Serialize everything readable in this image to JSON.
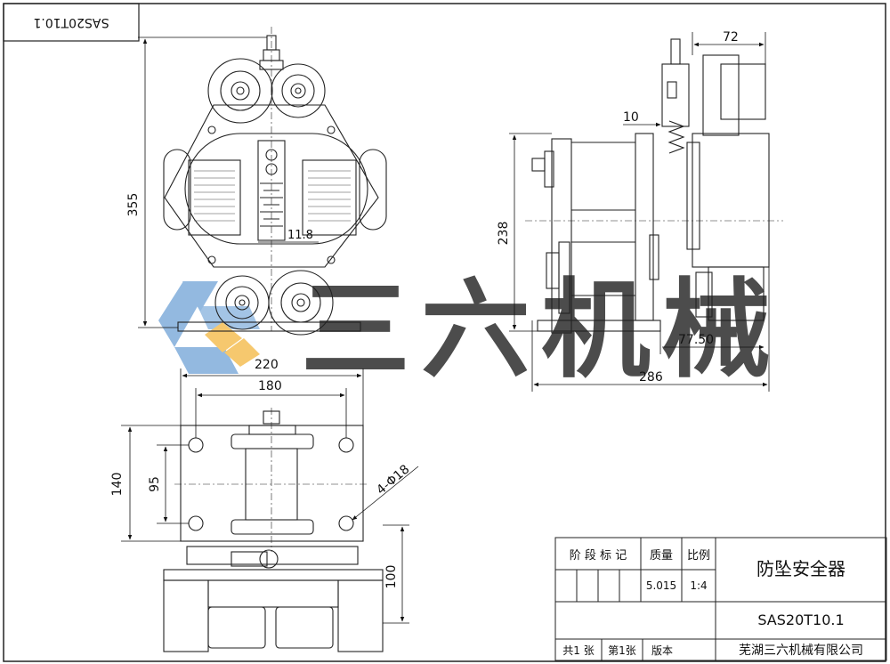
{
  "drawing_no_rotated": "SAS20T10.1",
  "watermark": {
    "text": "三六机械",
    "color": "#5b8ec9",
    "logo_colors": [
      "#6fa2d6",
      "#f3b63e"
    ]
  },
  "front_view": {
    "dim_height": "355",
    "dim_gap": "11.8"
  },
  "side_view": {
    "dim_top": "72",
    "dim_shaft": "10",
    "dim_height": "238",
    "dim_offset": "77.50",
    "dim_width": "286"
  },
  "plan_view": {
    "dim_outer_width": "220",
    "dim_hole_spacing_x": "180",
    "dim_outer_height": "140",
    "dim_hole_spacing_y": "95",
    "dim_holes": "4-Φ18",
    "dim_base_height": "100"
  },
  "title_block": {
    "col_stage": "阶 段 标 记",
    "col_mass": "质量",
    "col_scale": "比例",
    "mass_value": "5.015",
    "scale_value": "1:4",
    "product_name": "防坠安全器",
    "drawing_no": "SAS20T10.1",
    "sheets_total": "共1 张",
    "sheet_no": "第1张",
    "version": "版本",
    "company": "芜湖三六机械有限公司"
  }
}
